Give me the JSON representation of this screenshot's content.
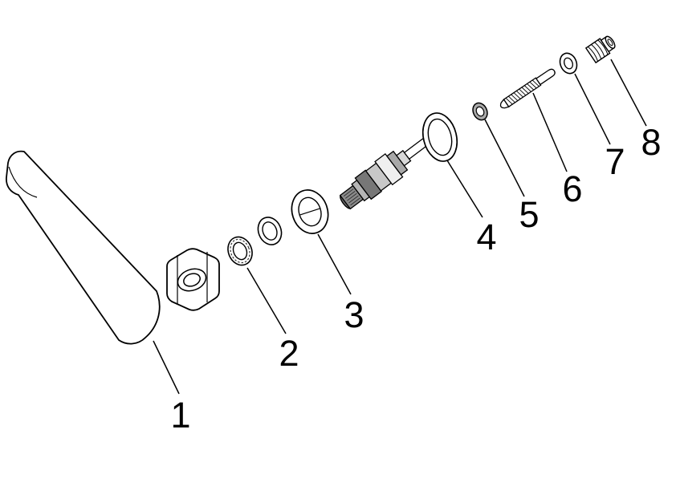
{
  "canvas": {
    "background": "#ffffff",
    "line_color": "#000000"
  },
  "parts": [
    {
      "label": "1",
      "name": "lever-handle"
    },
    {
      "label": "2",
      "name": "knurled-ring"
    },
    {
      "label": "3",
      "name": "split-washer"
    },
    {
      "label": "4",
      "name": "oval-washer"
    },
    {
      "label": "5",
      "name": "small-ring"
    },
    {
      "label": "6",
      "name": "threaded-stem"
    },
    {
      "label": "7",
      "name": "small-washer"
    },
    {
      "label": "8",
      "name": "threaded-plug"
    }
  ]
}
